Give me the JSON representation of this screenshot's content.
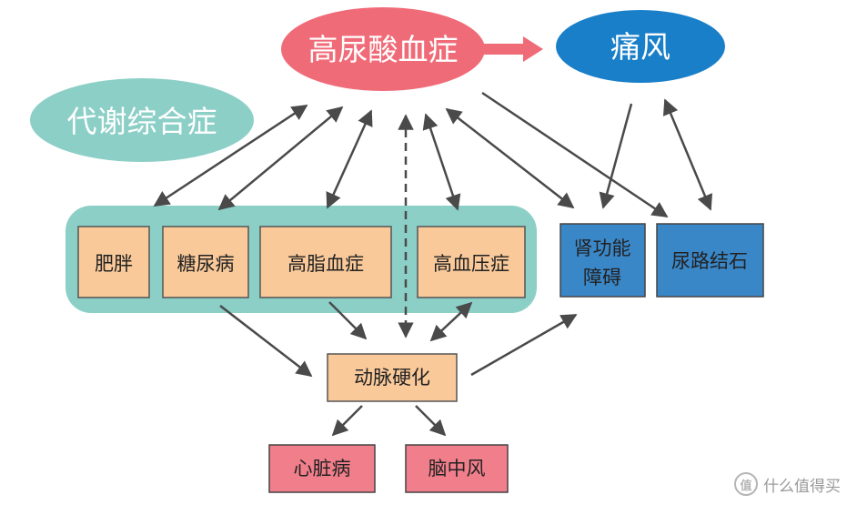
{
  "nodes": {
    "hyperuricemia": "高尿酸血症",
    "gout": "痛风",
    "metabolic_syndrome": "代谢综合症",
    "obesity": "肥胖",
    "diabetes": "糖尿病",
    "hyperlipidemia": "高脂血症",
    "hypertension": "高血压症",
    "renal_dysfunction_line1": "肾功能",
    "renal_dysfunction_line2": "障碍",
    "urinary_stones": "尿路结石",
    "atherosclerosis": "动脉硬化",
    "heart_disease": "心脏病",
    "stroke": "脑中风"
  },
  "watermark": {
    "text": "什么值得买",
    "icon": "值"
  },
  "colors": {
    "pink_ellipse": "#f06b78",
    "blue_ellipse": "#1a7fc9",
    "teal_ellipse": "#8ccfc7",
    "group_box": "#8ccfc7",
    "peach_box": "#f9c99a",
    "blue_box": "#3a87c8",
    "pink_box": "#f17f8b",
    "arrow": "#4a4a4a",
    "red_arrow": "#f06b78"
  }
}
